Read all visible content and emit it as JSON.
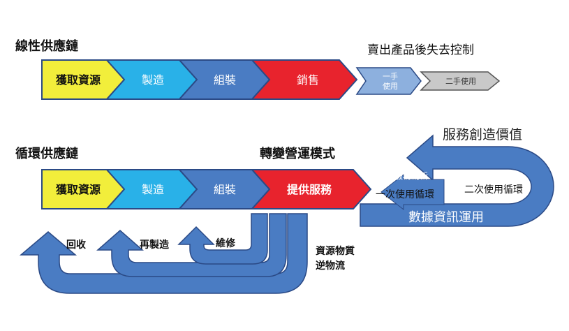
{
  "linear": {
    "title": "線性供應鏈",
    "note": "賣出產品後失去控制",
    "steps": [
      "獲取資源",
      "製造",
      "組裝",
      "銷售"
    ],
    "used1_line1": "一手",
    "used1_line2": "使用",
    "used2": "二手使用"
  },
  "circular": {
    "title": "循環供應鏈",
    "transform": "轉變營運模式",
    "steps": [
      "獲取資源",
      "製造",
      "組裝",
      "提供服務"
    ],
    "value_creation": "服務創造價值",
    "service_innovation": "服務創新",
    "first_cycle": "一次使用循環",
    "second_cycle": "二次使用循環",
    "data_app": "數據資訊運用",
    "recycle": "回收",
    "remanufacture": "再製造",
    "repair": "維修",
    "reverse_line1": "資源物質",
    "reverse_line2": "逆物流"
  },
  "colors": {
    "yellow": "#f2ee3b",
    "cyan": "#29b1e8",
    "blue": "#4a7cc3",
    "red": "#e8232d",
    "light_blue": "#8db0de",
    "gray": "#c9c9c9",
    "stroke": "#2b4a86"
  }
}
